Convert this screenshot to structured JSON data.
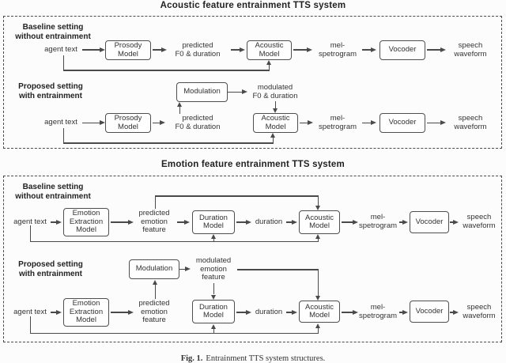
{
  "figure_caption": {
    "prefix": "Fig. 1.",
    "text": "Entrainment TTS system structures."
  },
  "acoustic_system": {
    "title": "Acoustic feature entrainment TTS system",
    "baseline": {
      "section_label": "Baseline setting\nwithout entrainment",
      "agent_text": "agent text",
      "prosody_model": "Prosody\nModel",
      "predicted_f0": "predicted\nF0 & duration",
      "acoustic_model": "Acoustic\nModel",
      "mel_spectrogram": "mel-\nspetrogram",
      "vocoder": "Vocoder",
      "speech_waveform": "speech\nwaveform"
    },
    "proposed": {
      "section_label": "Proposed setting\nwith entrainment",
      "agent_text": "agent text",
      "prosody_model": "Prosody\nModel",
      "predicted_f0": "predicted\nF0 & duration",
      "modulation": "Modulation",
      "modulated_f0": "modulated\nF0 & duration",
      "acoustic_model": "Acoustic\nModel",
      "mel_spectrogram": "mel-\nspetrogram",
      "vocoder": "Vocoder",
      "speech_waveform": "speech\nwaveform"
    }
  },
  "emotion_system": {
    "title": "Emotion feature entrainment TTS system",
    "baseline": {
      "section_label": "Baseline setting\nwithout entrainment",
      "agent_text": "agent text",
      "emotion_extraction_model": "Emotion\nExtraction\nModel",
      "predicted_emotion": "predicted\nemotion\nfeature",
      "duration_model": "Duration\nModel",
      "duration": "duration",
      "acoustic_model": "Acoustic\nModel",
      "mel_spectrogram": "mel-\nspetrogram",
      "vocoder": "Vocoder",
      "speech_waveform": "speech\nwaveform"
    },
    "proposed": {
      "section_label": "Proposed setting\nwith entrainment",
      "agent_text": "agent text",
      "emotion_extraction_model": "Emotion\nExtraction\nModel",
      "predicted_emotion": "predicted\nemotion\nfeature",
      "modulation": "Modulation",
      "modulated_emotion": "modulated\nemotion\nfeature",
      "duration_model": "Duration\nModel",
      "duration": "duration",
      "acoustic_model": "Acoustic\nModel",
      "mel_spectrogram": "mel-\nspetrogram",
      "vocoder": "Vocoder",
      "speech_waveform": "speech\nwaveform"
    }
  },
  "colors": {
    "line": "#4a4a4a",
    "text": "#333333",
    "background": "#fcfcfc"
  }
}
